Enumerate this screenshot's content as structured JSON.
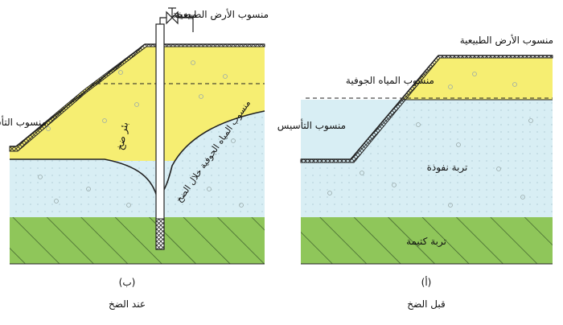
{
  "colors": {
    "yellow": "#f6ee72",
    "blue": "#d8eef4",
    "green": "#8fc65a",
    "hatch": "#3a5a2a",
    "ink": "#222222"
  },
  "panel_b": {
    "ground_surface": "منسوب الأرض الطبيعية",
    "pump": "مضخة",
    "foundation_level": "منسوب التأسيس",
    "well": "بئر ضخ",
    "lowered_water": "منسوب المياه الجوفية خلال الضخ",
    "label": "(ب)",
    "caption": "عند الضخ"
  },
  "panel_a": {
    "ground_surface": "منسوب الأرض الطبيعية",
    "water_table": "منسوب المياه الجوفية",
    "foundation_level": "منسوب التأسيس",
    "permeable_soil": "تربة نفوذة",
    "impermeable_soil": "تربة كتيمة",
    "label": "(أ)",
    "caption": "قبل الضخ"
  }
}
